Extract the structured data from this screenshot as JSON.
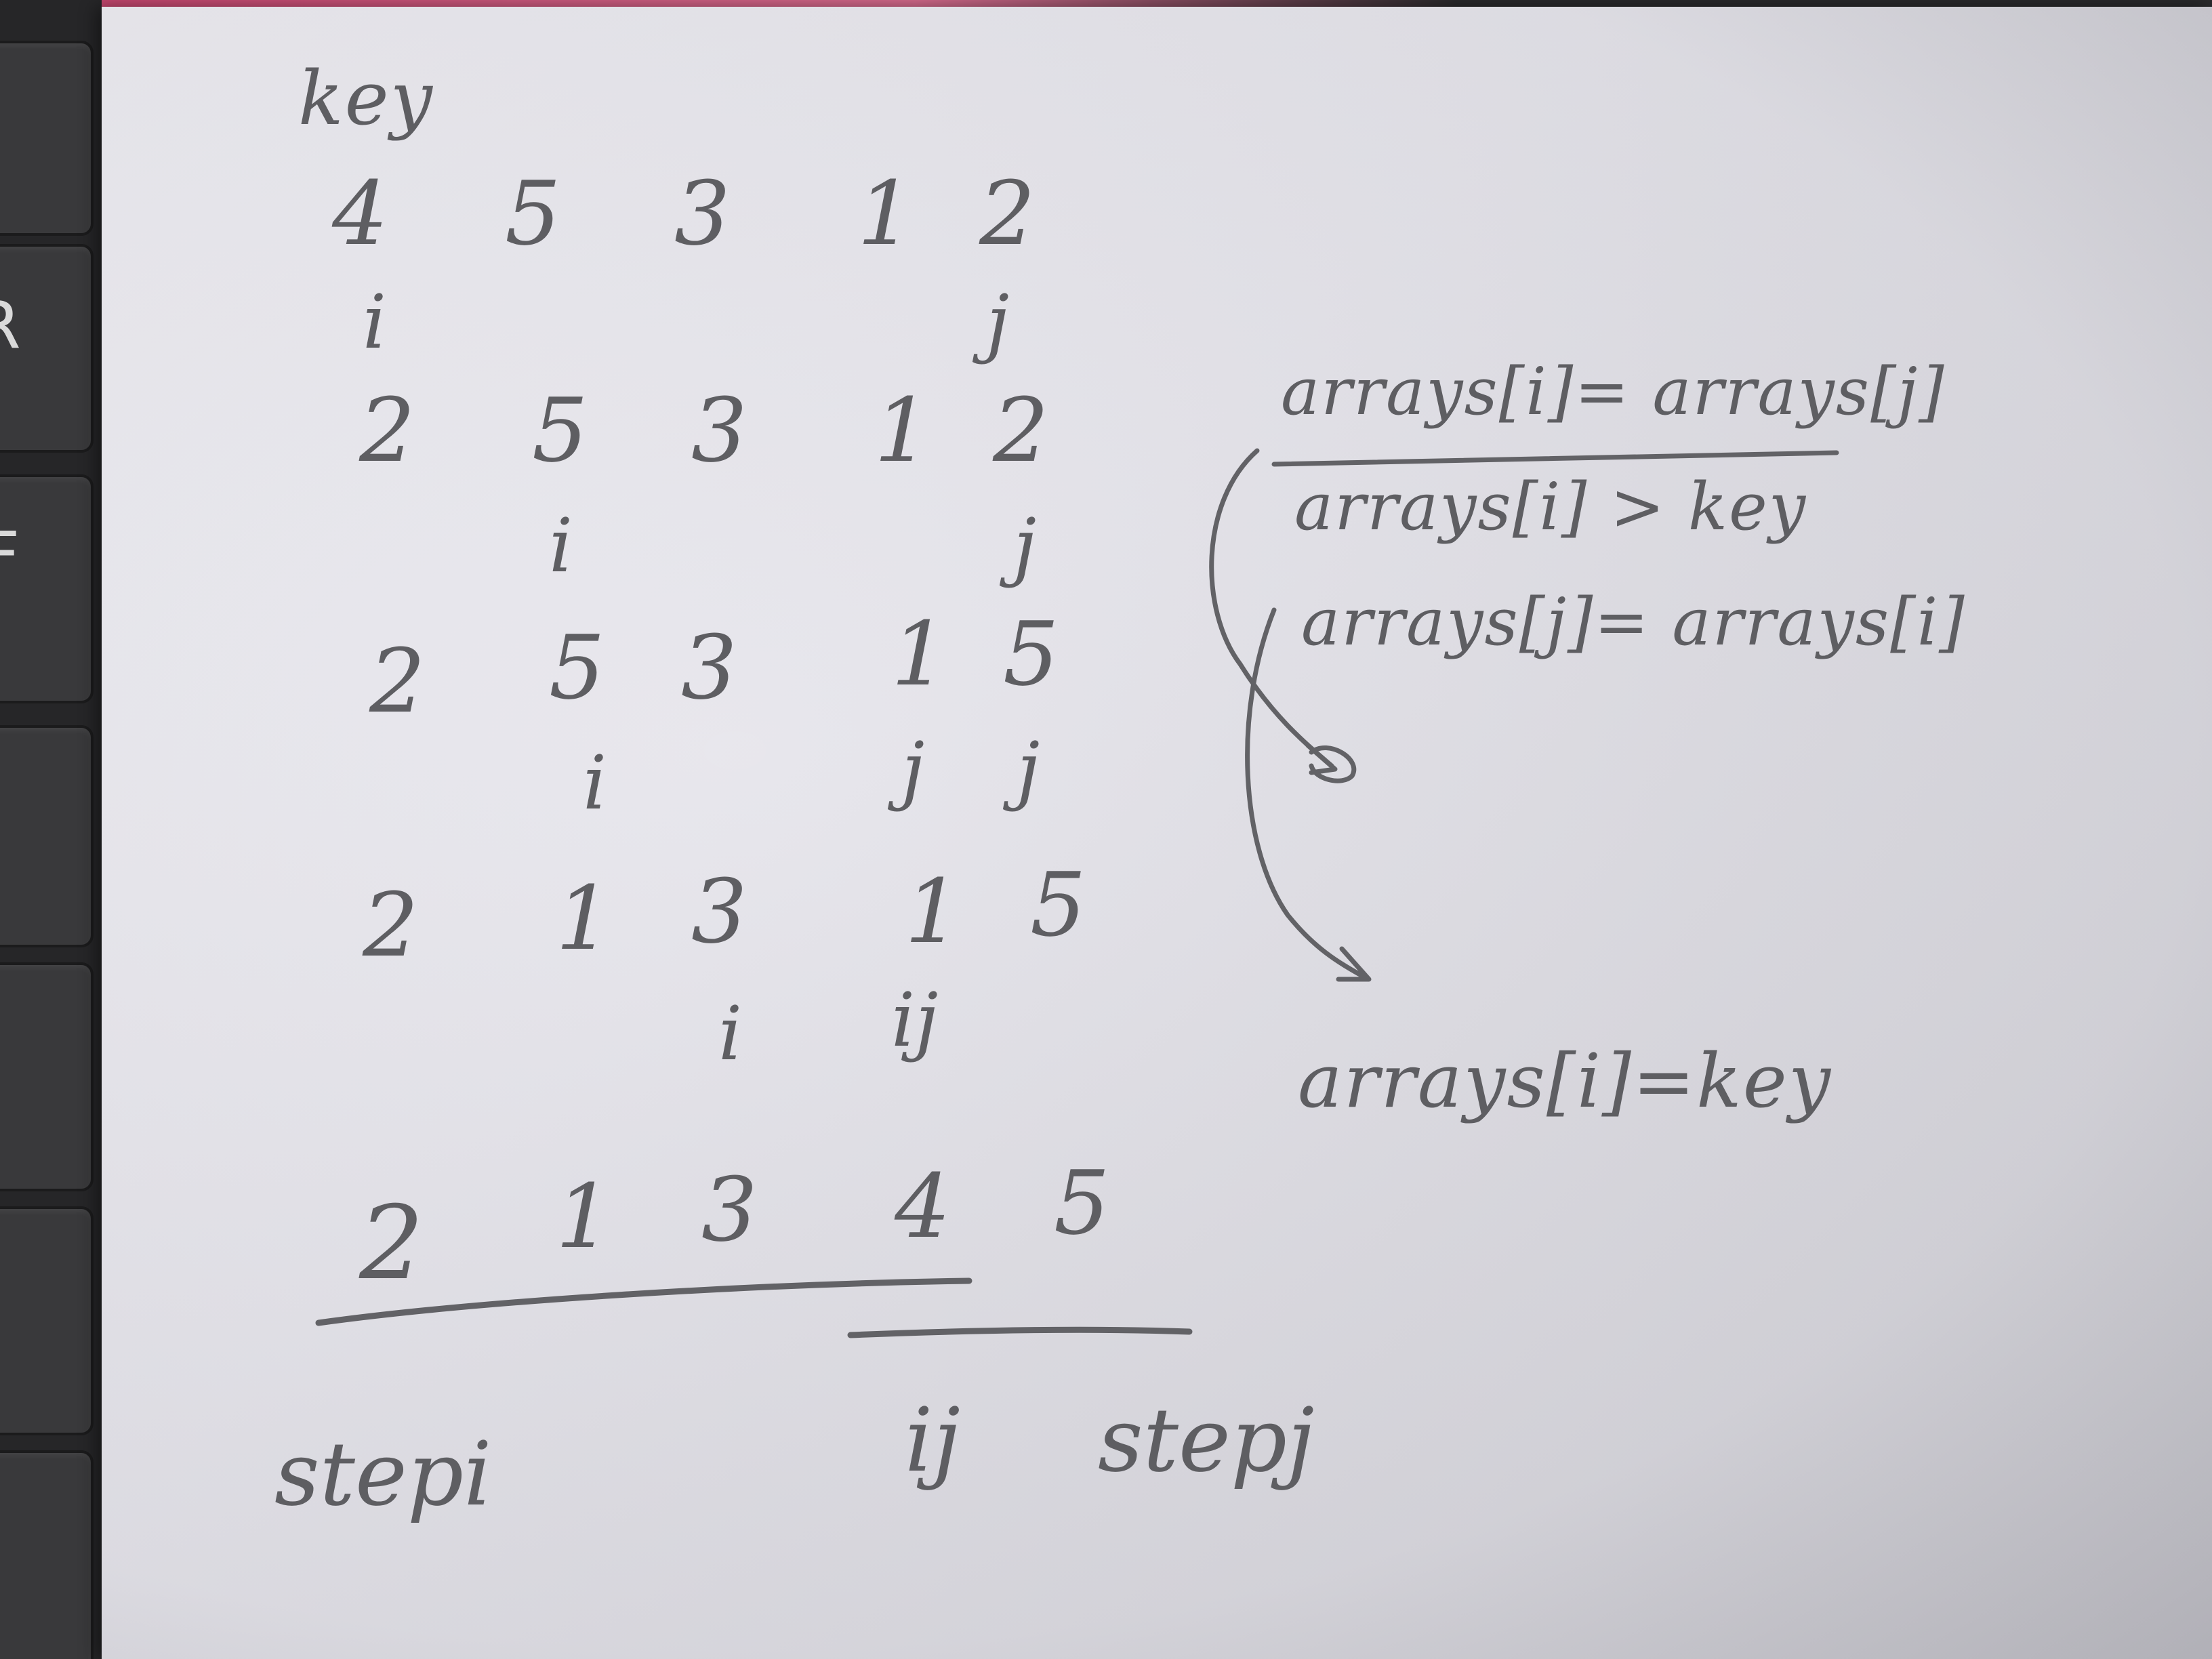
{
  "keyboard": {
    "keys": [
      "R",
      "F"
    ]
  },
  "sheet": {
    "key_label": "key",
    "rows": [
      [
        "4",
        "5",
        "3",
        "1",
        "2"
      ],
      [
        "2",
        "5",
        "3",
        "1",
        "2"
      ],
      [
        "2",
        "5",
        "3",
        "1",
        "5"
      ],
      [
        "2",
        "1",
        "3",
        "1",
        "5"
      ],
      [
        "2",
        "1",
        "3",
        "4",
        "5"
      ]
    ],
    "pointers": {
      "row1": [
        "i",
        "j"
      ],
      "row2": [
        "i",
        "j"
      ],
      "row3": [
        "i",
        "j",
        "j"
      ],
      "row4": [
        "i",
        "ij"
      ]
    },
    "notes": [
      "arrays[i]= arrays[j]",
      "arrays[i] > key",
      "arrays[j]= arrays[i]",
      "arrays[i]=key"
    ],
    "footer": {
      "left": "stepi",
      "middle": "ij",
      "right": "stepj"
    }
  }
}
